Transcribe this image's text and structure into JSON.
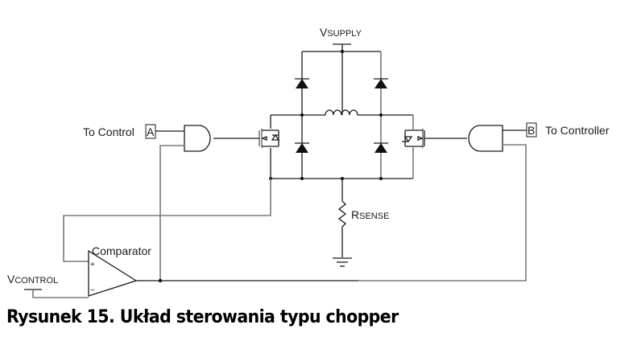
{
  "figure": {
    "caption": "Rysunek 15. Układ sterowania typu chopper"
  },
  "labels": {
    "vsupply_main": "V",
    "vsupply_sub": "SUPPLY",
    "vcontrol_main": "V",
    "vcontrol_sub": "CONTROL",
    "rsense_main": "R",
    "rsense_sub": "SENSE",
    "comparator": "Comparator",
    "to_control": "To Control",
    "to_controller": "To Controller",
    "port_a": "A",
    "port_b": "B",
    "plus_sign": "+",
    "minus_sign": "−"
  },
  "components": [
    {
      "type": "supply-terminal",
      "label": "VSUPPLY"
    },
    {
      "type": "diode",
      "position": "upper-left"
    },
    {
      "type": "diode",
      "position": "upper-right"
    },
    {
      "type": "diode",
      "position": "lower-left"
    },
    {
      "type": "diode",
      "position": "lower-right"
    },
    {
      "type": "inductor",
      "position": "center"
    },
    {
      "type": "mosfet",
      "position": "left"
    },
    {
      "type": "mosfet",
      "position": "right"
    },
    {
      "type": "and-gate",
      "position": "left",
      "input": "A"
    },
    {
      "type": "and-gate",
      "position": "right",
      "input": "B"
    },
    {
      "type": "resistor",
      "label": "RSENSE"
    },
    {
      "type": "ground"
    },
    {
      "type": "comparator",
      "label": "Comparator"
    },
    {
      "type": "control-terminal",
      "label": "VCONTROL"
    }
  ]
}
